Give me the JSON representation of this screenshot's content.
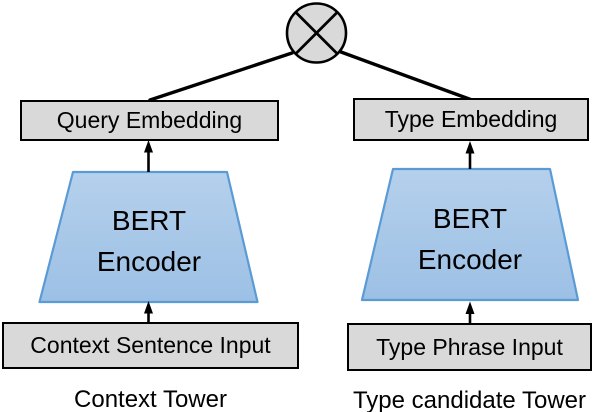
{
  "colors": {
    "background": "#ffffff",
    "box_fill": "#d9d9d9",
    "box_border": "#000000",
    "trap_fill_top": "#b5d0ec",
    "trap_fill_bottom": "#9cc0e5",
    "trap_border": "#5b9bd5",
    "line_color": "#000000",
    "text_color": "#000000"
  },
  "combiner": {
    "icon_name": "circled-times-multiply"
  },
  "towers": [
    {
      "id": "context",
      "embedding_label": "Query Embedding",
      "encoder_lines": [
        "BERT",
        "Encoder"
      ],
      "input_label": "Context Sentence Input",
      "tower_label": "Context Tower"
    },
    {
      "id": "type",
      "embedding_label": "Type Embedding",
      "encoder_lines": [
        "BERT",
        "Encoder"
      ],
      "input_label": "Type Phrase Input",
      "tower_label": "Type candidate Tower"
    }
  ]
}
